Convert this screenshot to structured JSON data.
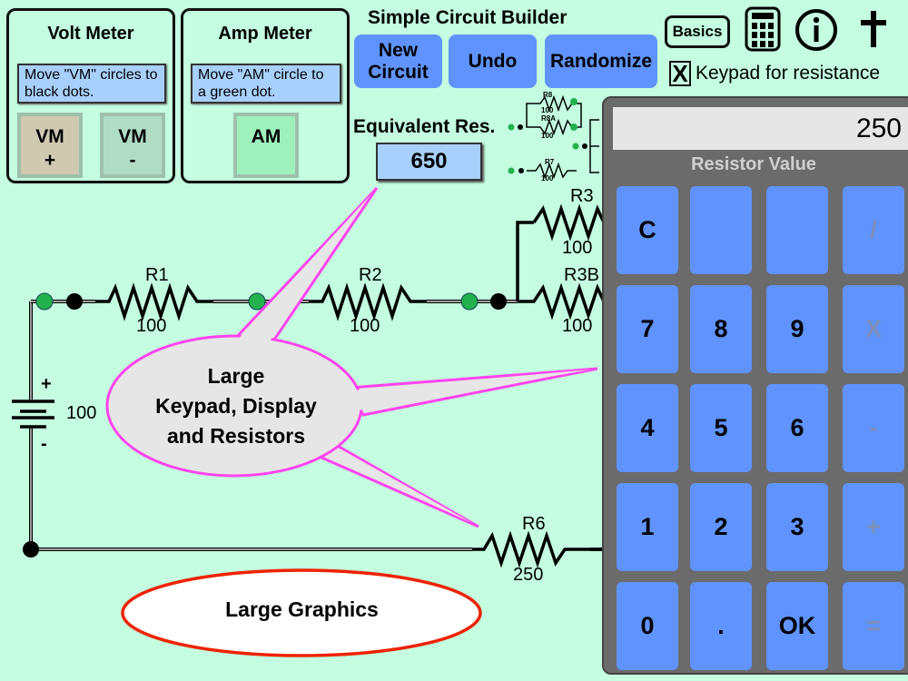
{
  "app_title": "Simple Circuit Builder",
  "volt_meter": {
    "title": "Volt Meter",
    "instruction": "Move \"VM\" circles to black dots.",
    "probe_plus": {
      "label": "VM",
      "sign": "+"
    },
    "probe_minus": {
      "label": "VM",
      "sign": "-"
    }
  },
  "amp_meter": {
    "title": "Amp Meter",
    "instruction": "Move \"AM\" circle to a green dot.",
    "probe": {
      "label": "AM"
    }
  },
  "toolbar": {
    "new_circuit": "New Circuit",
    "undo": "Undo",
    "randomize": "Randomize",
    "basics": "Basics",
    "icons": [
      "calculator-icon",
      "info-icon",
      "cross-icon"
    ],
    "keypad_checkbox": {
      "mark": "X",
      "label": "Keypad for resistance",
      "checked": true
    }
  },
  "equivalent_resistance": {
    "label": "Equivalent Res.",
    "value": "650"
  },
  "palette": [
    {
      "label": "R8",
      "value": "100"
    },
    {
      "label": "R8A",
      "value": "100"
    },
    {
      "label": "R7",
      "value": "100"
    }
  ],
  "circuit": {
    "battery": {
      "value": "100",
      "plus": "+",
      "minus": "-"
    },
    "resistors": [
      {
        "label": "R1",
        "value": "100"
      },
      {
        "label": "R2",
        "value": "100"
      },
      {
        "label": "R3",
        "value": "100"
      },
      {
        "label": "R3B",
        "value": "100"
      },
      {
        "label": "R6",
        "value": "250"
      }
    ]
  },
  "callouts": {
    "bubble": "Large Keypad, Display and Resistors",
    "bubble_lines": [
      "Large",
      "Keypad, Display",
      "and Resistors"
    ],
    "graphics": "Large Graphics"
  },
  "keypad": {
    "display_value": "250",
    "caption": "Resistor Value",
    "rows": [
      [
        {
          "label": "C",
          "enabled": true
        },
        {
          "label": "",
          "enabled": true
        },
        {
          "label": "",
          "enabled": true
        },
        {
          "label": "/",
          "enabled": false
        }
      ],
      [
        {
          "label": "7",
          "enabled": true
        },
        {
          "label": "8",
          "enabled": true
        },
        {
          "label": "9",
          "enabled": true
        },
        {
          "label": "X",
          "enabled": false
        }
      ],
      [
        {
          "label": "4",
          "enabled": true
        },
        {
          "label": "5",
          "enabled": true
        },
        {
          "label": "6",
          "enabled": true
        },
        {
          "label": "-",
          "enabled": false
        }
      ],
      [
        {
          "label": "1",
          "enabled": true
        },
        {
          "label": "2",
          "enabled": true
        },
        {
          "label": "3",
          "enabled": true
        },
        {
          "label": "+",
          "enabled": false
        }
      ],
      [
        {
          "label": "0",
          "enabled": true
        },
        {
          "label": ".",
          "enabled": true
        },
        {
          "label": "OK",
          "enabled": true
        },
        {
          "label": "=",
          "enabled": false
        }
      ]
    ]
  },
  "colors": {
    "background": "#c4fde0",
    "button_blue": "#6093fd",
    "note_blue": "#a8d0fd",
    "callout_pink": "#ff44ee",
    "callout_red": "#ee2200",
    "node_green": "#22b14c",
    "keypad_bg": "#6b6b6b"
  }
}
